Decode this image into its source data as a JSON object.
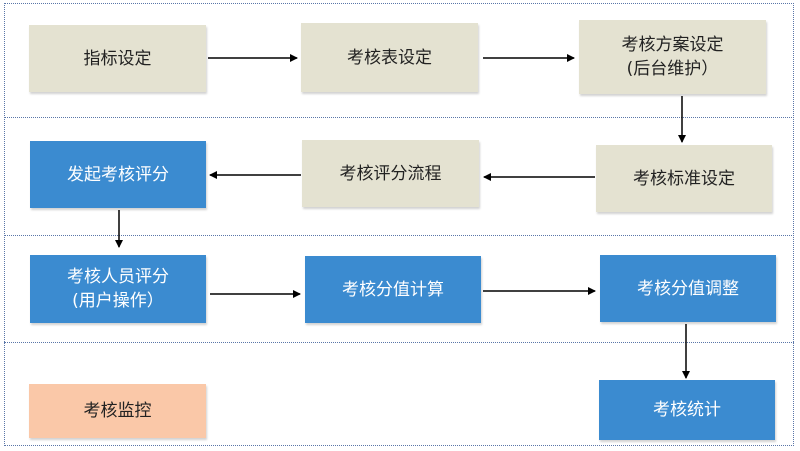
{
  "colors": {
    "beige": "#e4e2d1",
    "blue": "#3b8bd0",
    "peach": "#fac8a8",
    "dark_text": "#222222",
    "light_text": "#ffffff",
    "arrow": "#000000",
    "divider": "#5a76a8"
  },
  "nodes": [
    {
      "id": "n1",
      "lines": [
        "指标设定"
      ],
      "style": "beige"
    },
    {
      "id": "n2",
      "lines": [
        "考核表设定"
      ],
      "style": "beige"
    },
    {
      "id": "n3",
      "lines": [
        "考核方案设定",
        "(后台维护）"
      ],
      "style": "beige"
    },
    {
      "id": "n4",
      "lines": [
        "考核标准设定"
      ],
      "style": "beige"
    },
    {
      "id": "n5",
      "lines": [
        "考核评分流程"
      ],
      "style": "beige"
    },
    {
      "id": "n6",
      "lines": [
        "发起考核评分"
      ],
      "style": "blue"
    },
    {
      "id": "n7",
      "lines": [
        "考核人员评分",
        "(用户操作）"
      ],
      "style": "blue"
    },
    {
      "id": "n8",
      "lines": [
        "考核分值计算"
      ],
      "style": "blue"
    },
    {
      "id": "n9",
      "lines": [
        "考核分值调整"
      ],
      "style": "blue"
    },
    {
      "id": "n10",
      "lines": [
        "考核统计"
      ],
      "style": "blue"
    },
    {
      "id": "n11",
      "lines": [
        "考核监控"
      ],
      "style": "peach"
    }
  ],
  "edges": [
    [
      "n1",
      "n2"
    ],
    [
      "n2",
      "n3"
    ],
    [
      "n3",
      "n4"
    ],
    [
      "n4",
      "n5"
    ],
    [
      "n5",
      "n6"
    ],
    [
      "n6",
      "n7"
    ],
    [
      "n7",
      "n8"
    ],
    [
      "n8",
      "n9"
    ],
    [
      "n9",
      "n10"
    ]
  ]
}
